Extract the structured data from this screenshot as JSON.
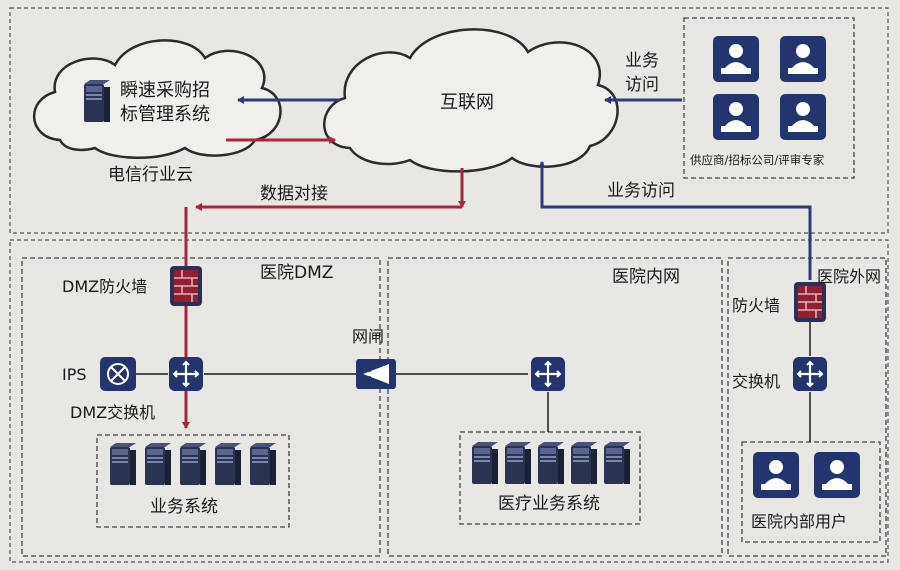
{
  "labels": {
    "cloud_system": [
      "瞬速采购招",
      "标管理系统"
    ],
    "telecom_cloud": "电信行业云",
    "internet": "互联网",
    "business_access_top": [
      "业务",
      "访问"
    ],
    "suppliers": "供应商/招标公司/评审专家",
    "data_dock": "数据对接",
    "business_access_mid": "业务访问",
    "hospital_dmz": "医院DMZ",
    "hospital_intranet": "医院内网",
    "hospital_extranet": "医院外网",
    "dmz_firewall": "DMZ防火墙",
    "ips": "IPS",
    "dmz_switch": "DMZ交换机",
    "gateway": "网闸",
    "business_system": "业务系统",
    "medical_system": "医疗业务系统",
    "ext_firewall": "防火墙",
    "ext_switch": "交换机",
    "internal_users": "医院内部用户"
  },
  "colors": {
    "red_link": "#a8253b",
    "blue_link": "#2b3a78",
    "device": "#24346e",
    "firewall": "#8e2032",
    "background": "#e9e7e3",
    "dash": "#555555"
  }
}
